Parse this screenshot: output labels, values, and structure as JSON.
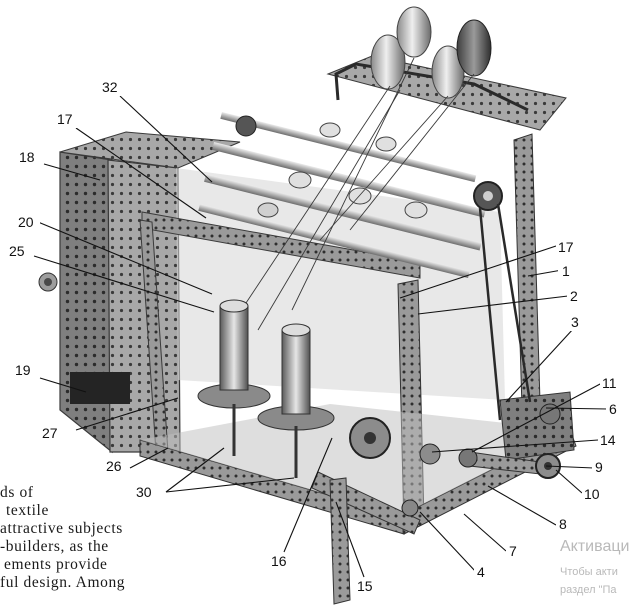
{
  "diagram": {
    "labels": {
      "l32": "32",
      "l17a": "17",
      "l18": "18",
      "l20": "20",
      "l25": "25",
      "l17b": "17",
      "l1": "1",
      "l2": "2",
      "l3": "3",
      "l11": "11",
      "l6": "6",
      "l14": "14",
      "l9": "9",
      "l10": "10",
      "l8": "8",
      "l7": "7",
      "l4": "4",
      "l15": "15",
      "l16": "16",
      "l30": "30",
      "l26": "26",
      "l27": "27",
      "l19": "19"
    },
    "text_fragments": [
      "ds  of",
      "textile",
      "attractive subjects",
      "-builders,  as  the",
      "ements  provide",
      "ful design.  Among"
    ]
  },
  "watermark": {
    "title": "Активаци",
    "line1": "Чтобы акти",
    "line2": "раздел \"Па"
  }
}
